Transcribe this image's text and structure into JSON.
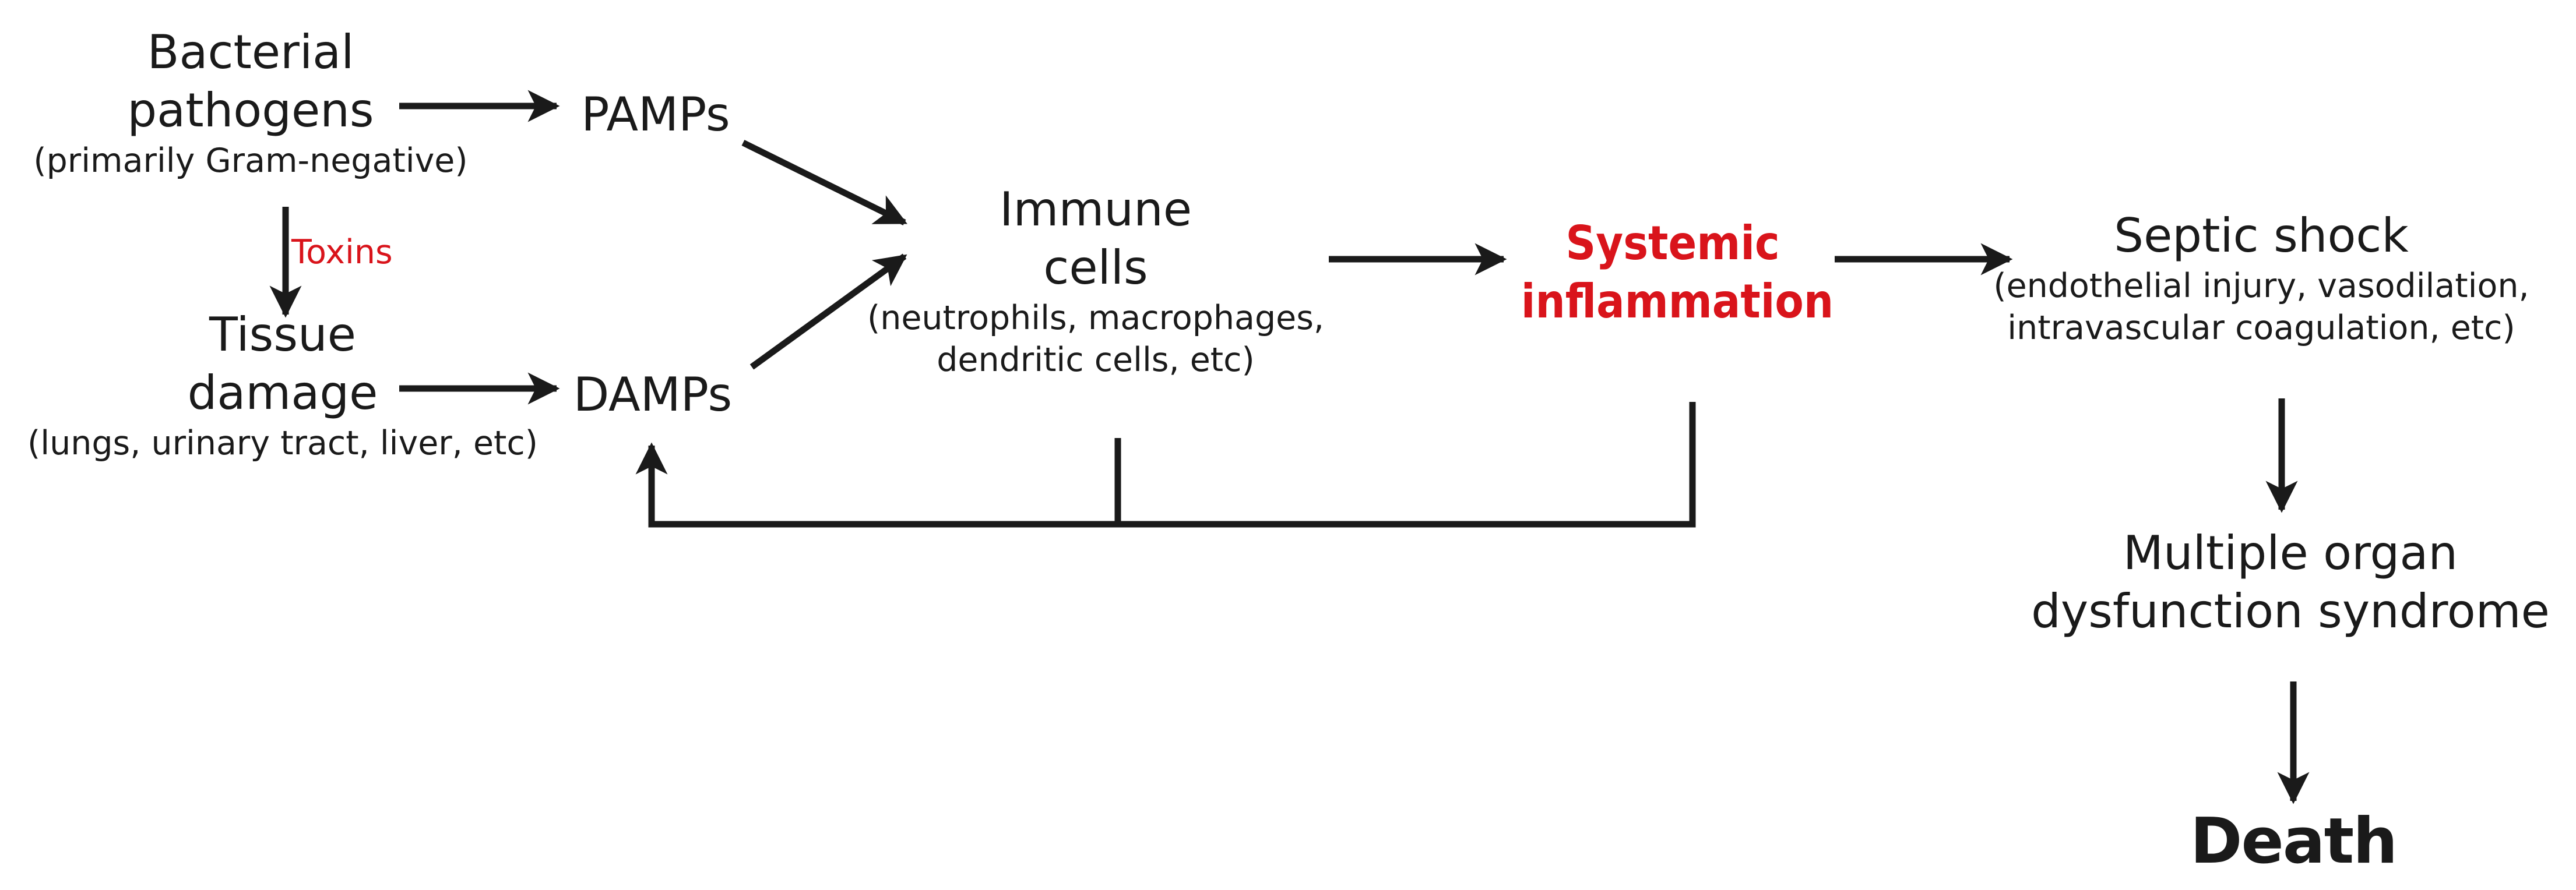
{
  "nodes": {
    "bacterial": {
      "title_1": "Bacterial",
      "title_2": "pathogens",
      "subtitle": "(primarily Gram-negative)"
    },
    "toxins": {
      "label": "Toxins"
    },
    "tissue": {
      "title_1": "Tissue",
      "title_2": "damage",
      "subtitle": "(lungs, urinary tract, liver, etc)"
    },
    "pamps": {
      "label": "PAMPs"
    },
    "damps": {
      "label": "DAMPs"
    },
    "immune": {
      "title_1": "Immune",
      "title_2": "cells",
      "sub_1": "(neutrophils, macrophages,",
      "sub_2": "dendritic cells, etc)"
    },
    "systemic": {
      "title_1": "Systemic",
      "title_2": "inflammation"
    },
    "septic": {
      "title": "Septic shock",
      "sub_1": "(endothelial injury, vasodilation,",
      "sub_2": "intravascular coagulation, etc)"
    },
    "mods": {
      "title_1": "Multiple organ",
      "title_2": "dysfunction syndrome"
    },
    "death": {
      "label": "Death"
    }
  },
  "colors": {
    "text": "#1a1a1a",
    "arrow": "#1a1a1a",
    "highlight": "#d9141b"
  }
}
